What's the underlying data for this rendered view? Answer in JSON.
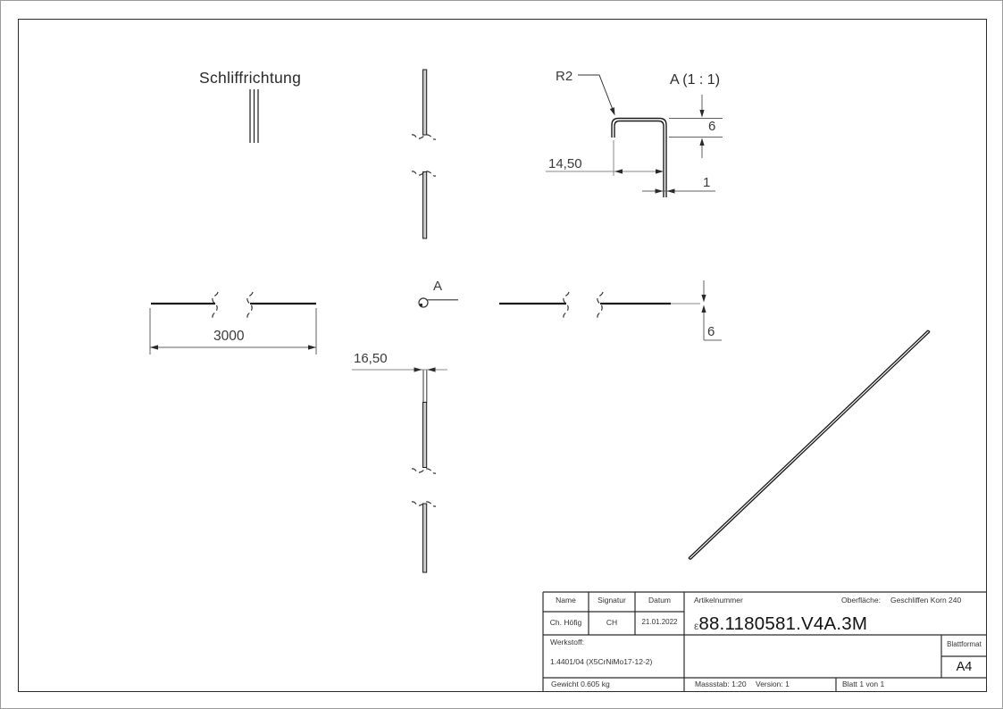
{
  "colors": {
    "geometry_line": "#1c1c1c",
    "dimension_line": "#606060",
    "leader_line": "#8a8a8a",
    "profile_fill": "#c9c9c9",
    "frame": "#2a2a2a"
  },
  "annotations": {
    "grind_direction": "Schliffrichtung",
    "radius_label": "R2",
    "detail_title": "A (1 : 1)",
    "detail_callout_letter": "A",
    "dim_profile_height": "6",
    "dim_profile_width": "14,50",
    "dim_thickness": "1",
    "dim_length": "3000",
    "dim_side_height": "6",
    "dim_bottom_width": "16,50"
  },
  "title_block": {
    "name_label": "Name",
    "signature_label": "Signatur",
    "date_label": "Datum",
    "name_value": "Ch. Höfig",
    "signature_value": "CH",
    "date_value": "21.01.2022",
    "article_label": "Artikelnummer",
    "article_prefix": "ε",
    "article_number": "88.1180581.V4A.3M",
    "surface_label": "Oberfläche:",
    "surface_value": "Geschliffen Korn 240",
    "material_label": "Werkstoff:",
    "material_value": "1.4401/04 (X5CrNiMo17-12-2)",
    "weight": "Gewicht 0.605 kg",
    "scale": "Massstab: 1:20",
    "version": "Version: 1",
    "sheet": "Blatt 1 von 1",
    "format_label": "Blattformat",
    "format_value": "A4"
  }
}
